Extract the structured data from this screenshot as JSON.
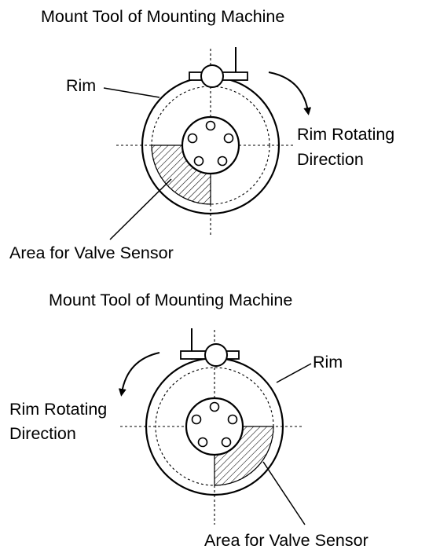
{
  "diagrams": [
    {
      "title": "Mount Tool of Mounting Machine",
      "rim_label": "Rim",
      "rotation_label": [
        "Rim Rotating",
        "Direction"
      ],
      "area_label": "Area for Valve Sensor"
    },
    {
      "title": "Mount Tool of Mounting Machine",
      "rim_label": "Rim",
      "rotation_label": [
        "Rim Rotating",
        "Direction"
      ],
      "area_label": "Area for Valve Sensor"
    }
  ],
  "colors": {
    "line": "#000000",
    "background": "#ffffff"
  }
}
